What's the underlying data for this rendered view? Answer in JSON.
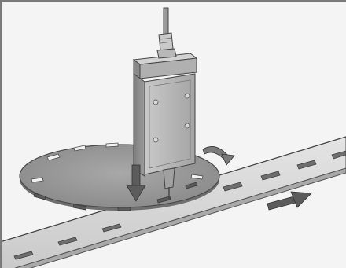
{
  "figure": {
    "kind": "technical-illustration",
    "components": [
      "connector-cable",
      "actuator-housing",
      "rotary-disc",
      "pin-tool",
      "conveyor-belt"
    ],
    "arrows": {
      "down": "downward-motion",
      "rotate": "clockwise-rotation",
      "belt": "rightward-motion"
    }
  },
  "colors": {
    "background": "#f4f4f4",
    "belt": "#d6d6d6",
    "disc": "#9a9a9a",
    "housing_front": "#b5b5b5",
    "housing_side": "#8f8f8f",
    "arrow": "#5c5c5c"
  }
}
